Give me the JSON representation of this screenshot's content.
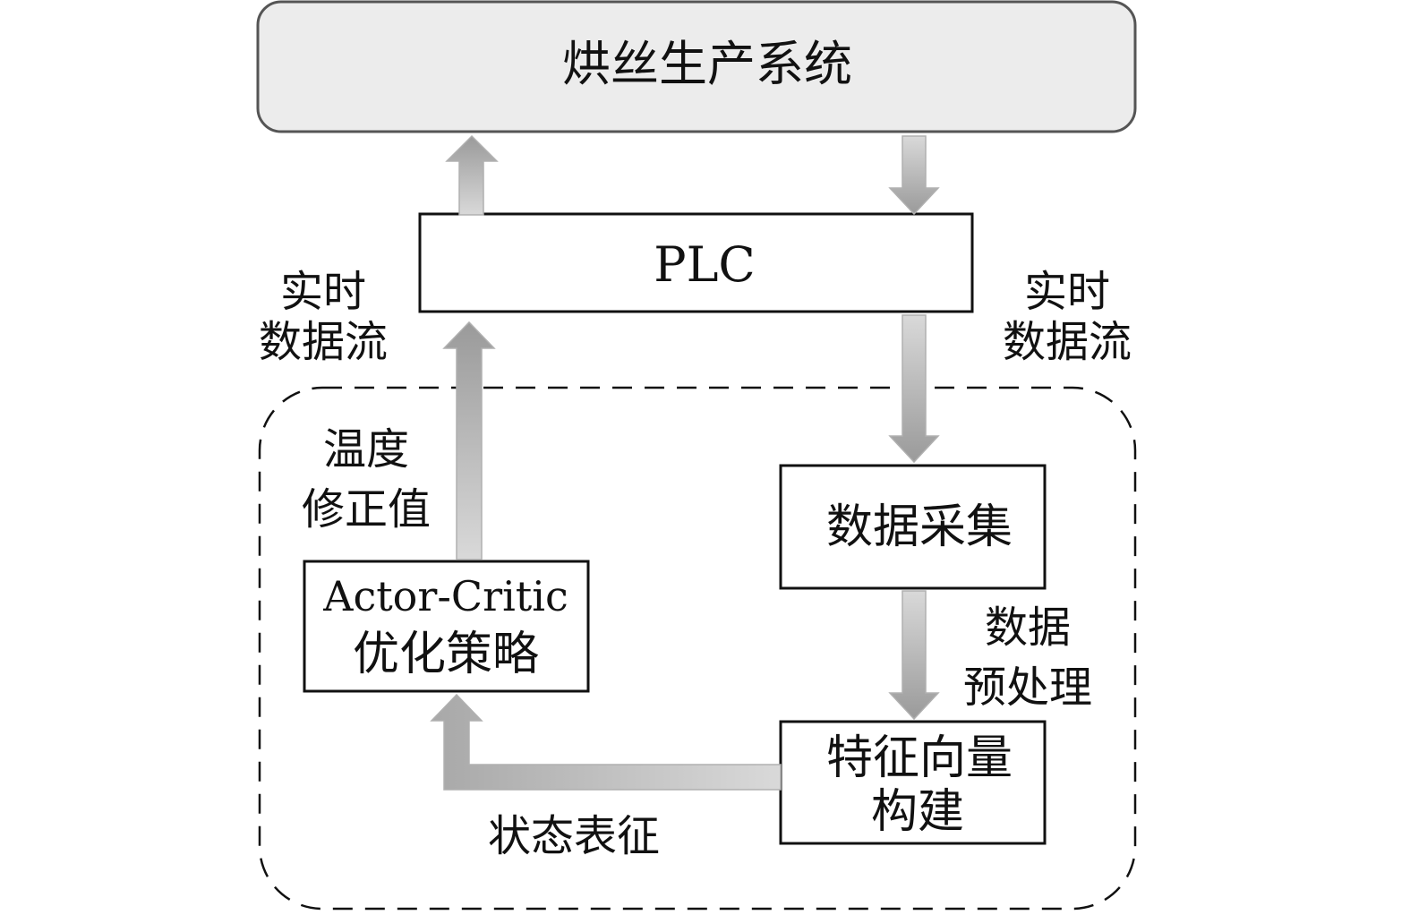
{
  "nodes": {
    "production_system": "烘丝生产系统",
    "plc": "PLC",
    "data_acquisition": "数据采集",
    "feature_vector": [
      "特征向量",
      "构建"
    ],
    "actor_critic": [
      "Actor-Critic",
      "优化策略"
    ]
  },
  "edge_labels": {
    "left_stream": [
      "实时",
      "数据流"
    ],
    "right_stream": [
      "实时",
      "数据流"
    ],
    "temperature_correction": [
      "温度",
      "修正值"
    ],
    "preprocessing": [
      "数据",
      "预处理"
    ],
    "state_representation": "状态表征"
  },
  "colors": {
    "system_fill": "#ececec",
    "system_border": "#555555",
    "arrow_light": "#d9d9d9",
    "arrow_dark": "#9a9a9a",
    "box_border": "#111111",
    "text": "#111111"
  }
}
